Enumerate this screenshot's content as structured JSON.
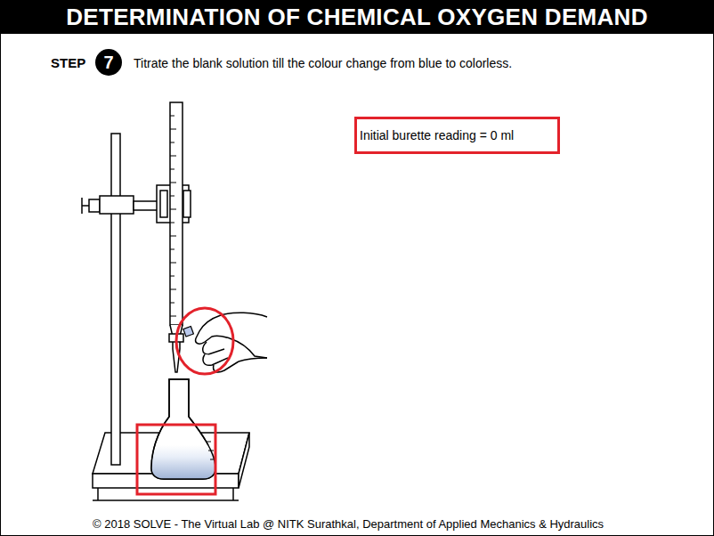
{
  "diagram": {
    "title": "DETERMINATION OF CHEMICAL OXYGEN DEMAND",
    "caption": "© 2018 SOLVE - The Virtual Lab @ NITK Surathkal, Department of Applied Mechanics & Hydraulics",
    "nodes": [
      {
        "text": [
          "7"
        ]
      },
      {
        "text": [
          "Initial burette reading = 0 ml"
        ]
      }
    ],
    "labels": [
      "STEP",
      "Titrate the blank solution till the colour change from blue to colorless."
    ]
  }
}
